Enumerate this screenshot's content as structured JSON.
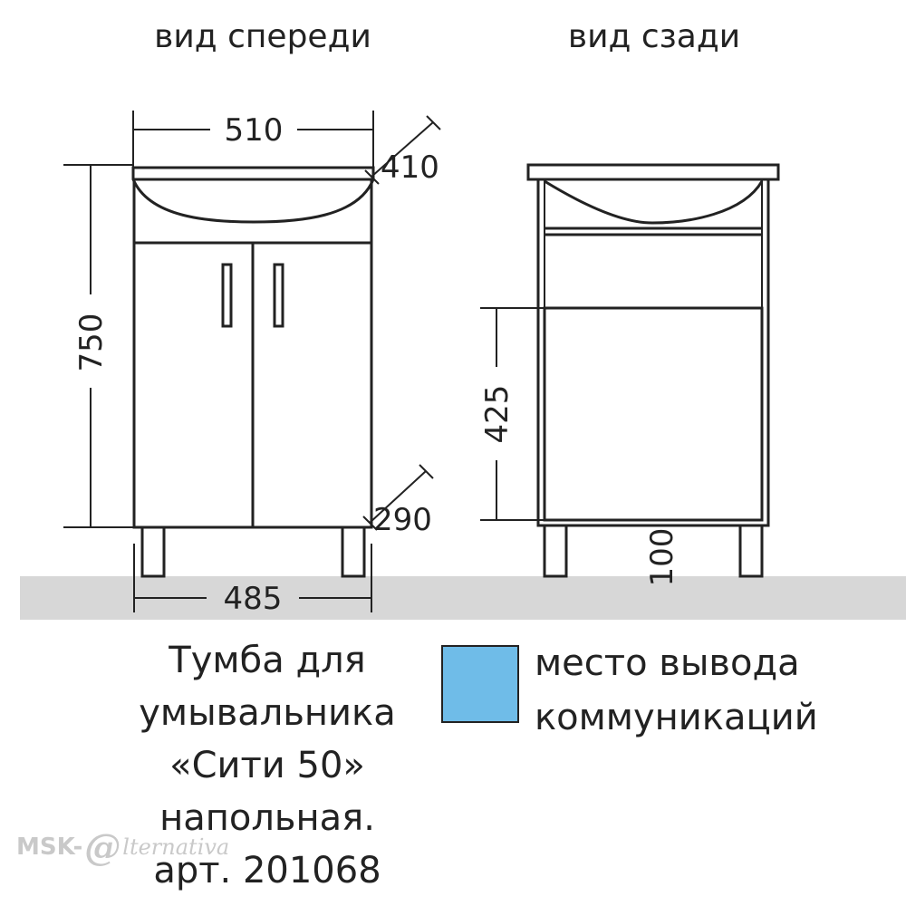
{
  "views": {
    "front_label": "вид спереди",
    "back_label": "вид сзади"
  },
  "dimensions": {
    "width_top": "510",
    "depth_top": "410",
    "height": "750",
    "depth_bottom": "290",
    "width_bottom": "485",
    "comm_height": "425",
    "leg_height": "100"
  },
  "caption": {
    "line1": "Тумба для",
    "line2": "умывальника",
    "line3": "«Сити 50»",
    "line4": "напольная.",
    "line5": "арт. 201068"
  },
  "legend": {
    "line1": "место вывода",
    "line2": "коммуникаций"
  },
  "watermark": {
    "prefix": "MSK-",
    "at": "@",
    "rest": "lternativa"
  },
  "colors": {
    "communication_area": "#6fbce8",
    "floor": "#d7d7d7",
    "line": "#222222"
  }
}
